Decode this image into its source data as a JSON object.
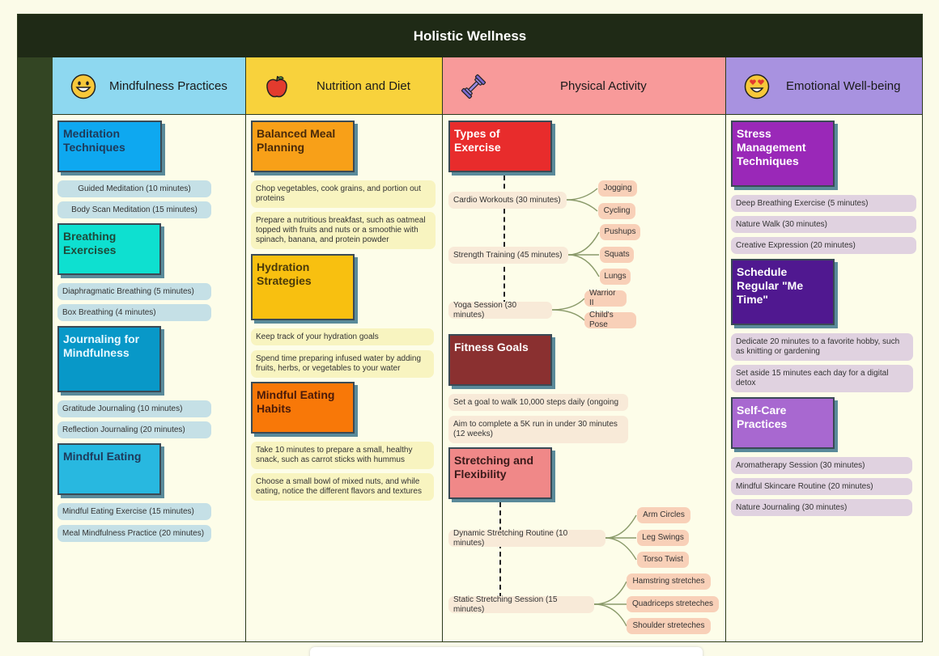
{
  "title": "Holistic Wellness",
  "columns": {
    "mindfulness": {
      "header": "Mindfulness Practices",
      "icon": "grinning-face-icon",
      "topics": [
        {
          "title": "Meditation Techniques",
          "items": [
            "Guided Meditation (10 minutes)",
            "Body Scan Meditation (15 minutes)"
          ]
        },
        {
          "title": "Breathing Exercises",
          "items": [
            "Diaphragmatic Breathing (5 minutes)",
            "Box Breathing (4 minutes)"
          ]
        },
        {
          "title": "Journaling for Mindfulness",
          "items": [
            "Gratitude Journaling (10 minutes)",
            "Reflection Journaling (20 minutes)"
          ]
        },
        {
          "title": "Mindful Eating",
          "items": [
            "Mindful Eating Exercise (15 minutes)",
            "Meal Mindfulness Practice (20 minutes)"
          ]
        }
      ]
    },
    "nutrition": {
      "header": "Nutrition and Diet",
      "icon": "apple-icon",
      "topics": [
        {
          "title": "Balanced Meal Planning",
          "items": [
            "Chop vegetables, cook grains, and portion out proteins",
            "Prepare a nutritious breakfast, such as oatmeal topped with fruits and nuts or a smoothie with spinach, banana, and protein powder"
          ]
        },
        {
          "title": "Hydration Strategies",
          "items": [
            "Keep track of your hydration goals",
            "Spend time preparing infused water by adding fruits, herbs, or vegetables to your water"
          ]
        },
        {
          "title": "Mindful Eating Habits",
          "items": [
            "Take 10 minutes to prepare a small, healthy snack, such as carrot sticks with hummus",
            "Choose a small bowl of mixed nuts, and while eating, notice the different flavors and textures"
          ]
        }
      ]
    },
    "physical": {
      "header": "Physical Activity",
      "icon": "dumbbell-icon",
      "topics": [
        {
          "title": "Types of Exercise",
          "items": [
            {
              "label": "Cardio Workouts (30 minutes)",
              "subs": [
                "Jogging",
                "Cycling"
              ]
            },
            {
              "label": "Strength Training (45 minutes)",
              "subs": [
                "Pushups",
                "Squats",
                "Lungs"
              ]
            },
            {
              "label": "Yoga Session (30 minutes)",
              "subs": [
                "Warrior II",
                "Child's Pose"
              ]
            }
          ]
        },
        {
          "title": "Fitness Goals",
          "items": [
            "Set a goal to walk 10,000 steps daily (ongoing",
            "Aim to complete a 5K run in under 30 minutes (12 weeks)"
          ]
        },
        {
          "title": "Stretching and Flexibility",
          "items": [
            {
              "label": "Dynamic Stretching Routine (10 minutes)",
              "subs": [
                "Arm Circles",
                "Leg Swings",
                "Torso Twist"
              ]
            },
            {
              "label": "Static Stretching Session (15 minutes)",
              "subs": [
                "Hamstring stretches",
                "Quadriceps streteches",
                "Shoulder streteches"
              ]
            }
          ]
        }
      ]
    },
    "emotional": {
      "header": "Emotional Well-being",
      "icon": "heart-eyes-face-icon",
      "topics": [
        {
          "title": "Stress Management Techniques",
          "items": [
            "Deep Breathing Exercise (5 minutes)",
            "Nature Walk (30 minutes)",
            "Creative Expression (20 minutes)"
          ]
        },
        {
          "title": "Schedule Regular \"Me Time\"",
          "items": [
            "Dedicate 20 minutes to a favorite hobby, such as knitting or gardening",
            "Set aside 15 minutes each day for a digital detox"
          ]
        },
        {
          "title": "Self-Care Practices",
          "items": [
            "Aromatherapy Session (30 minutes)",
            "Mindful Skincare Routine (20 minutes)",
            "Nature Journaling (30 minutes)"
          ]
        }
      ]
    }
  },
  "colors": {
    "mindfulness_header": "#8ed8f0",
    "nutrition_header": "#f8d23c",
    "physical_header": "#f89a9a",
    "emotional_header": "#a892e0"
  }
}
